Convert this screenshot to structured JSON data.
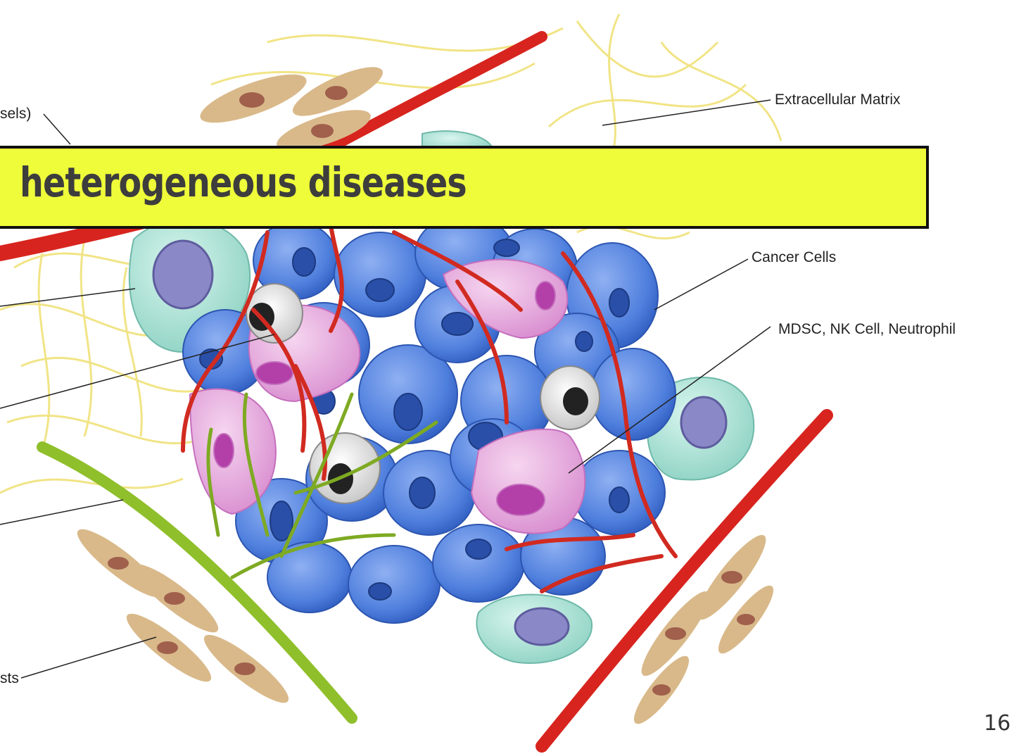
{
  "slide": {
    "title": "heterogeneous diseases",
    "slide_number": "16"
  },
  "labels": {
    "vessels_partial": "sels)",
    "extracellular_matrix": "Extracellular Matrix",
    "cancer_cells": "Cancer Cells",
    "immune_cells": "MDSC, NK Cell, Neutrophil",
    "fibroblasts_partial": "sts"
  },
  "colors": {
    "banner": "#eefc3a",
    "blood_vessel": "#d8241e",
    "lymph_vessel": "#8fbf2a",
    "cancer_cell": "#4f7fdd",
    "macrophage": "#e6a8dc",
    "t_cell": "#a9e3d4",
    "collagen": "#f0e27a",
    "fibroblast": "#d9b98a"
  }
}
